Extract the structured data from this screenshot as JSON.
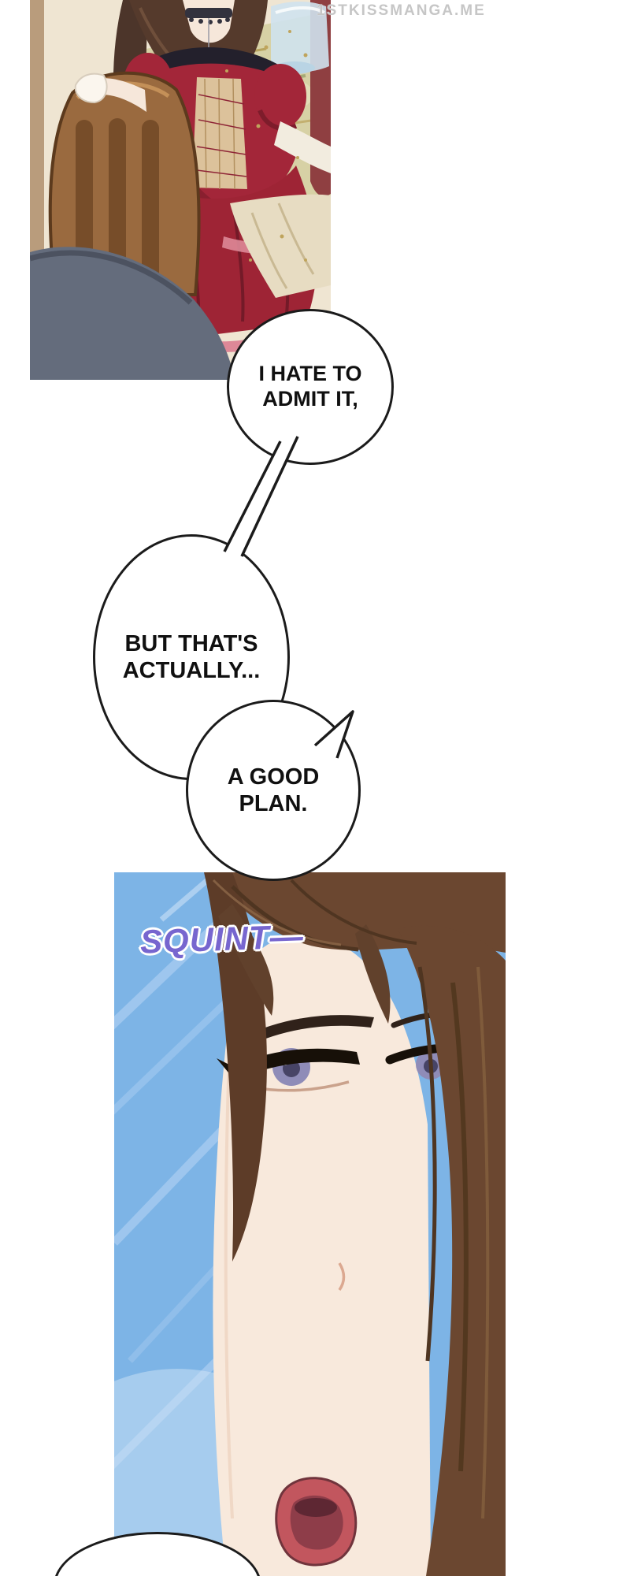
{
  "page": {
    "watermark": "1STKISSMANGA.ME"
  },
  "speech": {
    "bubble1": "I HATE TO\nADMIT IT,",
    "bubble2": "BUT THAT'S\nACTUALLY...",
    "bubble3": "A GOOD\nPLAN."
  },
  "panel_bottom": {
    "sfx": "SQUINT—"
  },
  "colors": {
    "ink": "#1b1b1b",
    "dress_red": "#a32639",
    "hair_brown": "#6b4730",
    "background_blue": "#7db4e6",
    "sfx_purple": "#7766cf"
  }
}
